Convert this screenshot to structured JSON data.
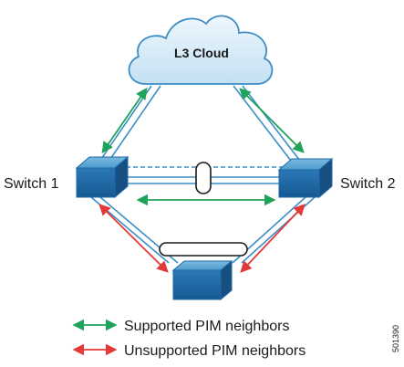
{
  "diagram": {
    "cloud_label": "L3 Cloud",
    "switch1_label": "Switch 1",
    "switch2_label": "Switch 2",
    "figure_id": "501390"
  },
  "legend": {
    "items": [
      {
        "label": "Supported PIM neighbors",
        "color": "#1fa35b"
      },
      {
        "label": "Unsupported PIM neighbors",
        "color": "#e23a3a"
      }
    ]
  },
  "colors": {
    "link": "#3a8fc8",
    "switch_top": "#5fa6d3",
    "switch_front": "#1f6aa8",
    "cloud_fill": "#d7ebf8",
    "cloud_stroke": "#3d8cc4",
    "supported": "#1fa35b",
    "unsupported": "#e23a3a"
  }
}
